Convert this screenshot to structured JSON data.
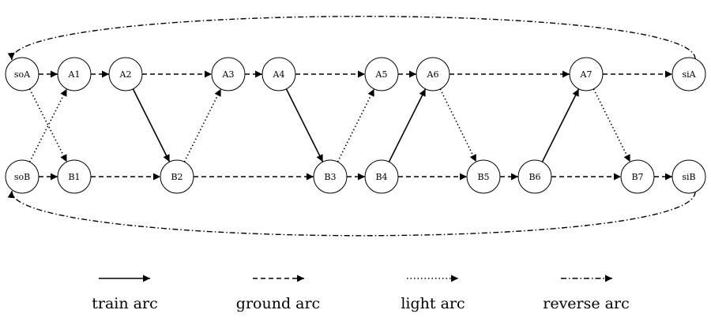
{
  "nodes": {
    "soA": "soA",
    "A1": "A1",
    "A2": "A2",
    "A3": "A3",
    "A4": "A4",
    "A5": "A5",
    "A6": "A6",
    "A7": "A7",
    "siA": "siA",
    "soB": "soB",
    "B1": "B1",
    "B2": "B2",
    "B3": "B3",
    "B4": "B4",
    "B5": "B5",
    "B6": "B6",
    "B7": "B7",
    "siB": "siB"
  },
  "edges": [
    {
      "from": "soA",
      "to": "A1",
      "type": "ground"
    },
    {
      "from": "A1",
      "to": "A2",
      "type": "ground"
    },
    {
      "from": "A2",
      "to": "A3",
      "type": "ground"
    },
    {
      "from": "A3",
      "to": "A4",
      "type": "ground"
    },
    {
      "from": "A4",
      "to": "A5",
      "type": "ground"
    },
    {
      "from": "A5",
      "to": "A6",
      "type": "ground"
    },
    {
      "from": "A6",
      "to": "A7",
      "type": "ground"
    },
    {
      "from": "A7",
      "to": "siA",
      "type": "ground"
    },
    {
      "from": "soB",
      "to": "B1",
      "type": "ground"
    },
    {
      "from": "B1",
      "to": "B2",
      "type": "ground"
    },
    {
      "from": "B2",
      "to": "B3",
      "type": "ground"
    },
    {
      "from": "B3",
      "to": "B4",
      "type": "ground"
    },
    {
      "from": "B4",
      "to": "B5",
      "type": "ground"
    },
    {
      "from": "B5",
      "to": "B6",
      "type": "ground"
    },
    {
      "from": "B6",
      "to": "B7",
      "type": "ground"
    },
    {
      "from": "B7",
      "to": "siB",
      "type": "ground"
    },
    {
      "from": "A2",
      "to": "B2",
      "type": "train"
    },
    {
      "from": "A4",
      "to": "B3",
      "type": "train"
    },
    {
      "from": "B4",
      "to": "A6",
      "type": "train"
    },
    {
      "from": "B6",
      "to": "A7",
      "type": "train"
    },
    {
      "from": "soA",
      "to": "B1",
      "type": "light"
    },
    {
      "from": "soB",
      "to": "A1",
      "type": "light"
    },
    {
      "from": "B2",
      "to": "A3",
      "type": "light"
    },
    {
      "from": "B3",
      "to": "A5",
      "type": "light"
    },
    {
      "from": "A6",
      "to": "B5",
      "type": "light"
    },
    {
      "from": "A7",
      "to": "B7",
      "type": "light"
    },
    {
      "from": "siA",
      "to": "soA",
      "type": "reverse"
    },
    {
      "from": "siB",
      "to": "soB",
      "type": "reverse"
    }
  ],
  "legend": {
    "train": "train arc",
    "ground": "ground arc",
    "light": "light arc",
    "reverse": "reverse arc"
  }
}
